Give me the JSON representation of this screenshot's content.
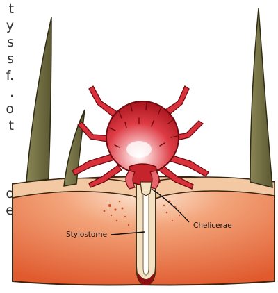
{
  "labels": {
    "stylostome": "Stylostome",
    "chelicerae": "Chelicerae"
  },
  "cropped_text_fragments": [
    "t",
    "y",
    "s",
    "s",
    "f.",
    ".",
    "o",
    "t",
    "o",
    "e"
  ],
  "colors": {
    "skin_top": "#f8d7b8",
    "skin_body": "#ef8a5e",
    "skin_deep": "#e05a2e",
    "mite_red": "#d9313b",
    "mite_dark": "#8e0f16",
    "hair": "#6e6a40",
    "tube": "#f3e1c4",
    "tube_outline": "#4a2e12",
    "blood": "#8c1010"
  }
}
